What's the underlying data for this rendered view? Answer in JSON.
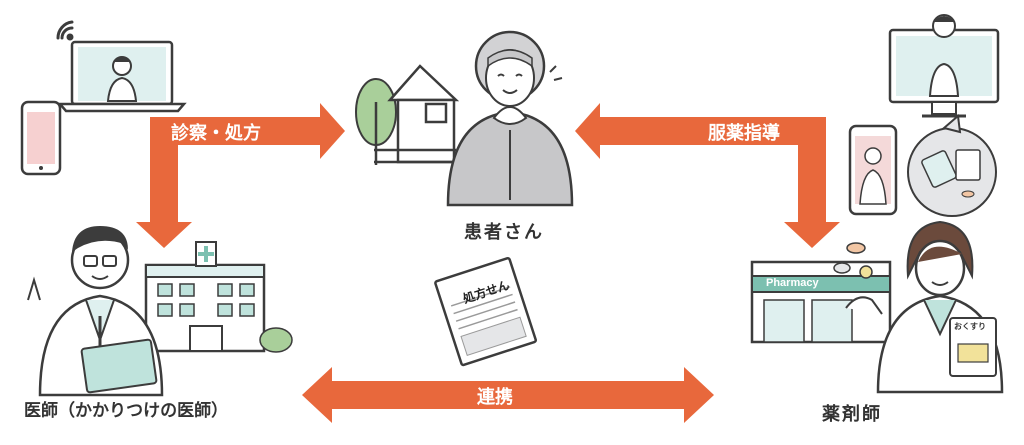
{
  "flows": {
    "top_left": "診察・処方",
    "top_right": "服薬指導",
    "bottom": "連携"
  },
  "actors": {
    "patient": "患者さん",
    "doctor": "医師（かかりつけの医師）",
    "pharmacist": "薬剤師"
  },
  "props": {
    "prescription": "処方せん",
    "pharmacy_sign": "Pharmacy",
    "medicine_bag": "おくすり"
  },
  "colors": {
    "arrow": "#E8683C",
    "outline": "#3c3c3c",
    "screen": "#dff0ef",
    "phone": "#f6d0d0"
  }
}
